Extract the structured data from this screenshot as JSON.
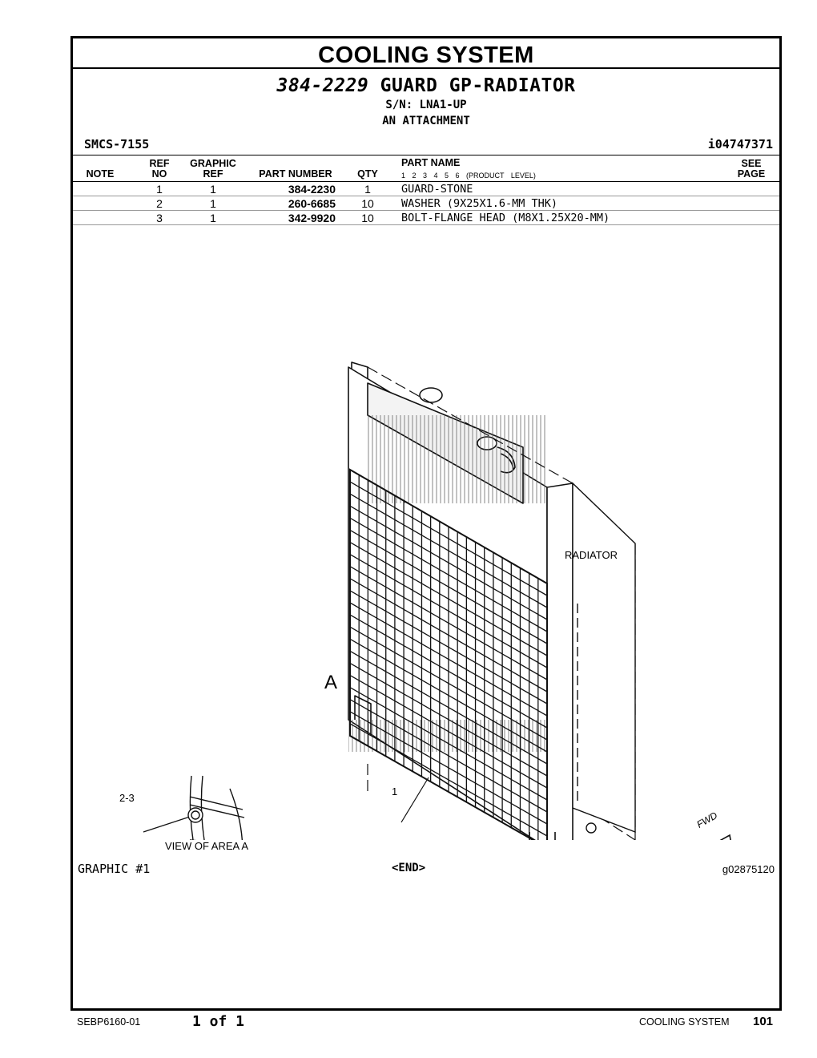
{
  "title": "COOLING SYSTEM",
  "heading": {
    "part_number": "384-2229",
    "name": "GUARD GP-RADIATOR",
    "serial": "S/N: LNA1-UP",
    "type": "AN ATTACHMENT"
  },
  "smcs": "SMCS-7155",
  "doc_id": "i04747371",
  "table": {
    "headers": {
      "note": "NOTE",
      "ref_top": "REF",
      "ref_bottom": "NO",
      "graphic_top": "GRAPHIC",
      "graphic_bottom": "REF",
      "part_number": "PART NUMBER",
      "qty": "QTY",
      "part_name": "PART NAME",
      "product_level": "1 2 3 4 5 6 (PRODUCT LEVEL)",
      "see_top": "SEE",
      "see_bottom": "PAGE"
    },
    "rows": [
      {
        "ref": "1",
        "graphic": "1",
        "part_number": "384-2230",
        "qty": "1",
        "name": "GUARD-STONE"
      },
      {
        "ref": "2",
        "graphic": "1",
        "part_number": "260-6685",
        "qty": "10",
        "name": "WASHER (9X25X1.6-MM THK)"
      },
      {
        "ref": "3",
        "graphic": "1",
        "part_number": "342-9920",
        "qty": "10",
        "name": "BOLT-FLANGE HEAD (M8X1.25X20-MM)"
      }
    ]
  },
  "figure": {
    "label_radiator": "RADIATOR",
    "label_area": "A",
    "label_callout_1": "1",
    "label_callout_23": "2-3",
    "view_caption": "VIEW OF AREA A",
    "fwd": "FWD",
    "graphic_label": "GRAPHIC #1",
    "end": "<END>",
    "graphic_id": "g02875120"
  },
  "footer": {
    "doc_number": "SEBP6160-01",
    "page_of": "1 of 1",
    "section": "COOLING SYSTEM",
    "page": "101"
  }
}
